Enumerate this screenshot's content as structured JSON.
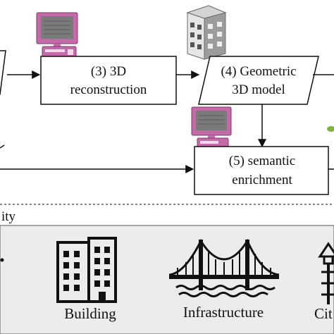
{
  "nodes": {
    "reconstruction": {
      "line1": "(3) 3D",
      "line2": "reconstruction"
    },
    "geometric_model": {
      "line1": "(4) Geometric",
      "line2": "3D model"
    },
    "semantic_enrichment": {
      "line1": "(5) semantic",
      "line2": "enrichment"
    }
  },
  "section": {
    "label": "ity"
  },
  "categories": [
    {
      "label": "Building",
      "icon": "building-icon"
    },
    {
      "label": "Infrastructure",
      "icon": "bridge-icon"
    },
    {
      "label": "Cit",
      "icon": "tower-icon"
    }
  ],
  "colors": {
    "computer_frame": "#c36ba8",
    "computer_screen": "#7a7a7a",
    "panel_bg": "#ececec",
    "stroke": "#111111",
    "leaf": "#7fb53b"
  }
}
